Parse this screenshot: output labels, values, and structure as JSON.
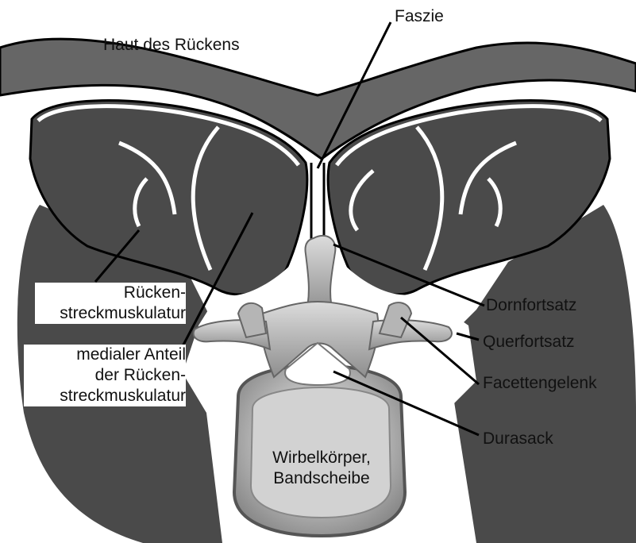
{
  "colors": {
    "skin": "#666666",
    "muscle": "#4a4a4a",
    "fascia": "#ffffff",
    "bone_light": "#d6d6d6",
    "bone_mid": "#a9a9a9",
    "bone_dark": "#7c7c7c",
    "outline": "#000000",
    "background": "#ffffff"
  },
  "labels": {
    "skin": "Haut des Rückens",
    "fascia": "Faszie",
    "erector": [
      "Rücken-",
      "streckmuskulatur"
    ],
    "medial_erector": [
      "medialer Anteil",
      "der Rücken-",
      "streckmuskulatur"
    ],
    "spinous_process": "Dornfortsatz",
    "transverse_process": "Querfortsatz",
    "facet_joint": "Facettengelenk",
    "dural_sac": "Durasack",
    "vertebral_body": [
      "Wirbelkörper,",
      "Bandscheibe"
    ]
  }
}
